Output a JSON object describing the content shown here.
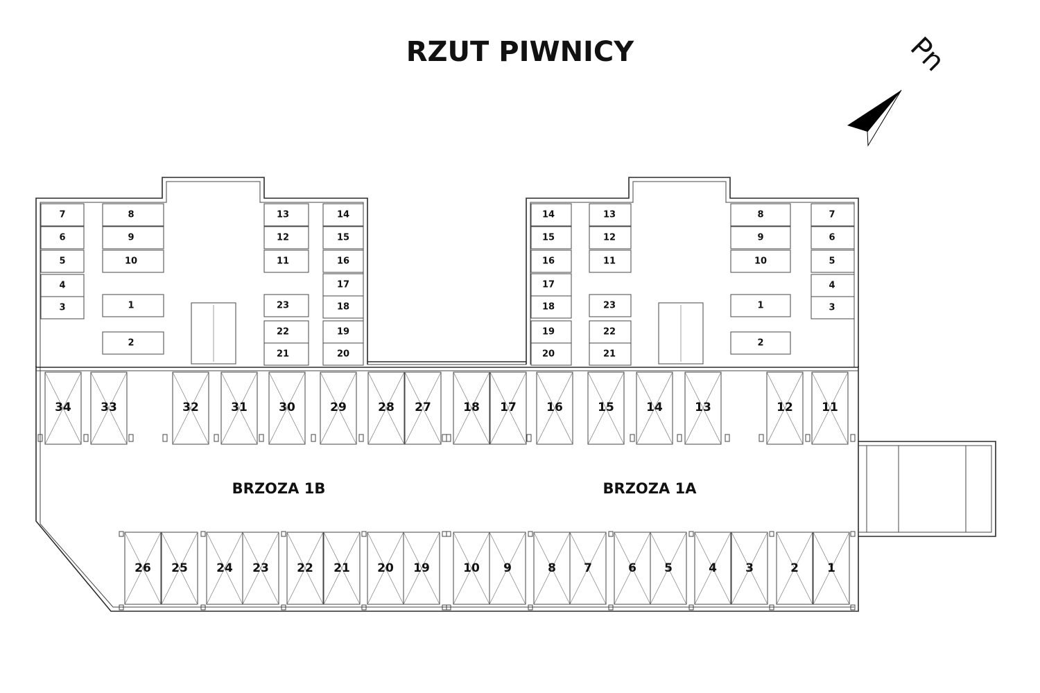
{
  "title": "RZUT PIWNICY",
  "north_label": "Pn",
  "buildings": {
    "left": "BRZOZA 1B",
    "right": "BRZOZA 1A"
  },
  "storage_left": {
    "col_a": [
      "7",
      "6",
      "5",
      "4",
      "3"
    ],
    "col_b": [
      "8",
      "9",
      "10",
      "1",
      "2"
    ],
    "col_c": [
      "13",
      "12",
      "11",
      "23",
      "22",
      "21"
    ],
    "col_d": [
      "14",
      "15",
      "16",
      "17",
      "18",
      "19",
      "20"
    ]
  },
  "storage_right": {
    "col_a": [
      "14",
      "15",
      "16",
      "17",
      "18",
      "19",
      "20"
    ],
    "col_b": [
      "13",
      "12",
      "11",
      "23",
      "22",
      "21"
    ],
    "col_c": [
      "8",
      "9",
      "10",
      "1",
      "2"
    ],
    "col_d": [
      "7",
      "6",
      "5",
      "4",
      "3"
    ]
  },
  "parking_top": [
    "34",
    "33",
    "32",
    "31",
    "30",
    "29",
    "28",
    "27",
    "18",
    "17",
    "16",
    "15",
    "14",
    "13",
    "12",
    "11"
  ],
  "parking_bottom": [
    "26",
    "25",
    "24",
    "23",
    "22",
    "21",
    "20",
    "19",
    "10",
    "9",
    "8",
    "7",
    "6",
    "5",
    "4",
    "3",
    "2",
    "1"
  ],
  "colors": {
    "line": "#2b2b2b",
    "text": "#111111",
    "background": "#ffffff"
  }
}
